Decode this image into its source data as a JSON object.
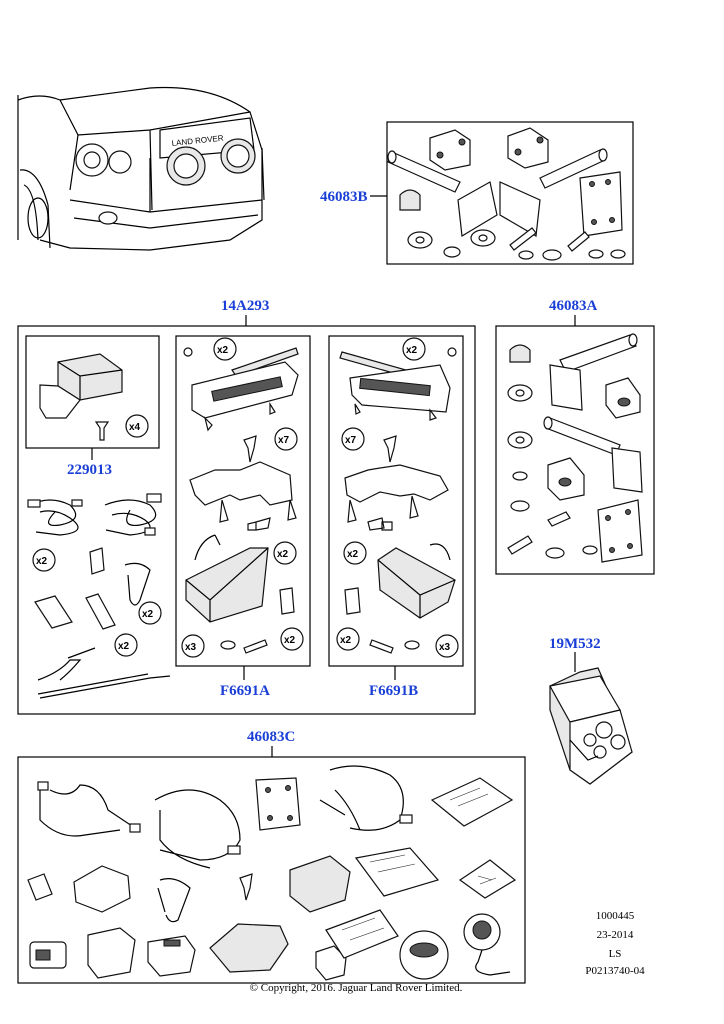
{
  "labels": {
    "kit_46083B": "46083B",
    "kit_14A293": "14A293",
    "kit_46083A": "46083A",
    "kit_229013": "229013",
    "kit_F6691A": "F6691A",
    "kit_F6691B": "F6691B",
    "kit_19M532": "19M532",
    "kit_46083C": "46083C"
  },
  "quantities": {
    "x2": "x2",
    "x3": "x3",
    "x4": "x4",
    "x7": "x7"
  },
  "meta": {
    "ref_number": "1000445",
    "date": "23-2014",
    "initials": "LS",
    "drawing_id": "P0213740-04"
  },
  "footer": {
    "copyright": "© Copyright, 2016. Jaguar Land Rover Limited."
  },
  "vehicle_badge": "LAND ROVER"
}
